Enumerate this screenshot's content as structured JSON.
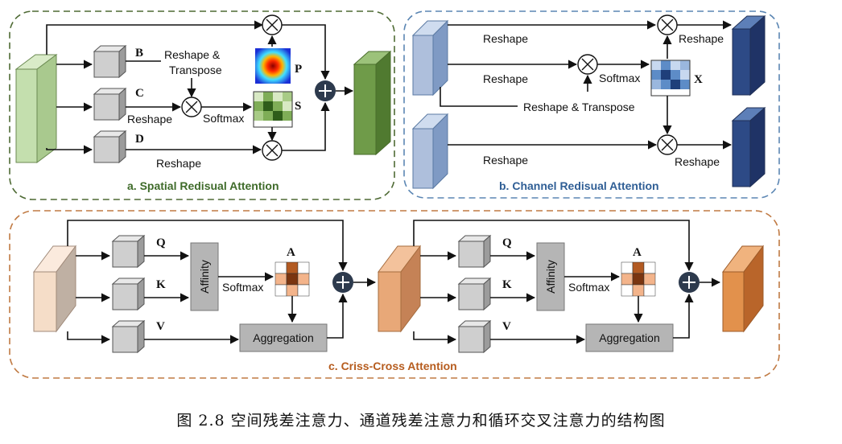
{
  "panel_a": {
    "title": "a. Spatial Redisual Attention",
    "labels": {
      "B": "B",
      "C": "C",
      "D": "D",
      "P": "P",
      "S": "S"
    },
    "reshape_transpose_1": "Reshape &",
    "reshape_transpose_2": "Transpose",
    "reshape_c": "Reshape",
    "softmax": "Softmax",
    "reshape_d": "Reshape"
  },
  "panel_b": {
    "title": "b. Channel Redisual Attention",
    "reshape_top": "Reshape",
    "reshape_mid": "Reshape",
    "reshape_transpose": "Reshape & Transpose",
    "softmax": "Softmax",
    "x_label": "X",
    "reshape_out1": "Reshape",
    "reshape_bottom": "Reshape",
    "reshape_out2": "Reshape"
  },
  "panel_c": {
    "title": "c. Criss-Cross Attention",
    "q": "Q",
    "k": "K",
    "v": "V",
    "a": "A",
    "affinity": "Affinity",
    "softmax": "Softmax",
    "aggregation": "Aggregation"
  },
  "caption": "图 2.8  空间残差注意力、通道残差注意力和循环交叉注意力的结构图",
  "colors": {
    "green_border": "#4e6a34",
    "blue_border": "#5b86b3",
    "orange_border": "#c07a43",
    "plus_fill": "#2d3a4d"
  }
}
